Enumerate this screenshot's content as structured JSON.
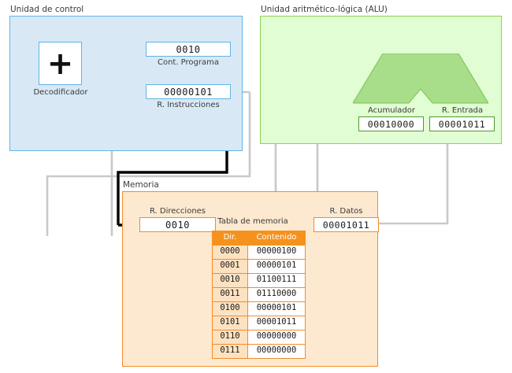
{
  "panels": {
    "control": {
      "title": "Unidad de control"
    },
    "alu": {
      "title": "Unidad aritmético-lógica (ALU)"
    },
    "memory": {
      "title": "Memoria"
    }
  },
  "control_unit": {
    "decoder": {
      "label": "Decodificador",
      "glyph": "+"
    },
    "program_counter": {
      "value": "0010",
      "label": "Cont. Programa"
    },
    "instruction_register": {
      "value": "00000101",
      "label": "R. Instrucciones"
    }
  },
  "alu": {
    "accumulator": {
      "value": "00010000",
      "label": "Acumulador"
    },
    "input_register": {
      "value": "00001011",
      "label": "R. Entrada"
    }
  },
  "memory": {
    "address_register": {
      "value": "0010",
      "label": "R. Direcciones"
    },
    "data_register": {
      "value": "00001011",
      "label": "R. Datos"
    },
    "table": {
      "caption": "Tabla de memoria",
      "headers": [
        "Dir.",
        "Contenido"
      ],
      "rows": [
        {
          "addr": "0000",
          "content": "00000100"
        },
        {
          "addr": "0001",
          "content": "00000101"
        },
        {
          "addr": "0010",
          "content": "01100111"
        },
        {
          "addr": "0011",
          "content": "01110000"
        },
        {
          "addr": "0100",
          "content": "00000101"
        },
        {
          "addr": "0101",
          "content": "00001011"
        },
        {
          "addr": "0110",
          "content": "00000000"
        },
        {
          "addr": "0111",
          "content": "00000000"
        }
      ]
    }
  },
  "colors": {
    "control_fill": "#d8e9f5",
    "control_border": "#61b3e6",
    "alu_fill": "#e1fdd3",
    "alu_border": "#8ed14f",
    "alu_shape": "#a8dd8a",
    "memory_fill": "#fde9cf",
    "memory_border": "#f28c28",
    "table_header": "#f5921e",
    "wire_grey": "#c9c9c9",
    "wire_black": "#000000"
  }
}
